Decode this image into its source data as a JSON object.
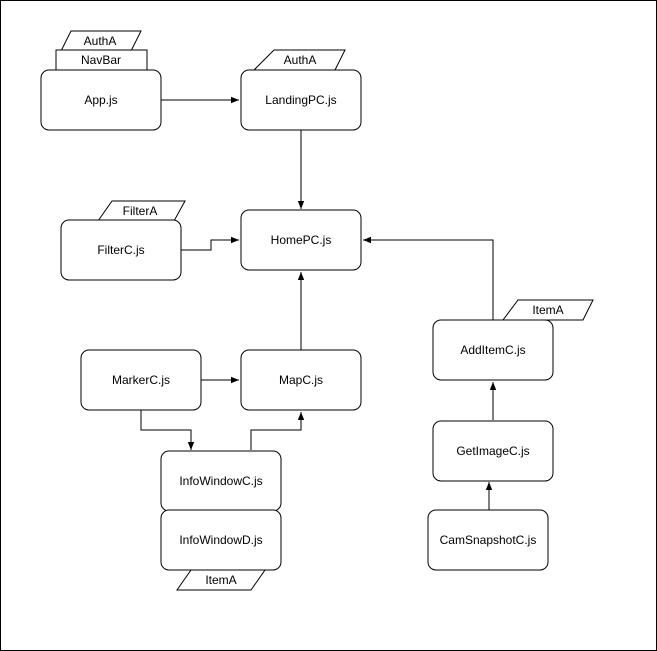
{
  "nodes": {
    "app": "App.js",
    "landing": "LandingPC.js",
    "home": "HomePC.js",
    "filter": "FilterC.js",
    "marker": "MarkerC.js",
    "map": "MapC.js",
    "info_window_c": "InfoWindowC.js",
    "info_window_d": "InfoWindowD.js",
    "add_item": "AddItemC.js",
    "get_image": "GetImageC.js",
    "cam_snapshot": "CamSnapshotC.js"
  },
  "tags": {
    "app_auth": "AuthA",
    "app_navbar": "NavBar",
    "landing_auth": "AuthA",
    "filter_tag": "FilterA",
    "add_item_tag": "ItemA",
    "info_window_tag": "ItemA"
  },
  "edges": [
    [
      "App.js",
      "LandingPC.js"
    ],
    [
      "LandingPC.js",
      "HomePC.js"
    ],
    [
      "FilterC.js",
      "HomePC.js"
    ],
    [
      "MapC.js",
      "HomePC.js"
    ],
    [
      "MarkerC.js",
      "MapC.js"
    ],
    [
      "MarkerC.js",
      "InfoWindowC.js"
    ],
    [
      "InfoWindowC.js",
      "MapC.js"
    ],
    [
      "AddItemC.js",
      "HomePC.js"
    ],
    [
      "GetImageC.js",
      "AddItemC.js"
    ],
    [
      "CamSnapshotC.js",
      "GetImageC.js"
    ]
  ]
}
